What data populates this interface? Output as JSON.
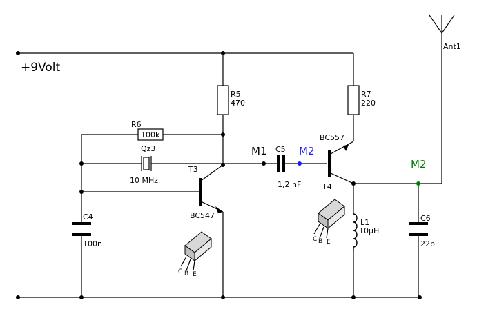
{
  "labels": {
    "supply": "+9Volt",
    "r5_name": "R5",
    "r5_value": "470",
    "r7_name": "R7",
    "r7_value": "220",
    "r6_name": "R6",
    "r6_value": "100k",
    "qz3_name": "Qz3",
    "qz3_value": "10 MHz",
    "t3_name": "T3",
    "t3_type": "BC547",
    "c4_name": "C4",
    "c4_value": "100n",
    "m1": "M1",
    "c5_name": "C5",
    "c5_value": "1,2 nF",
    "m2_blue": "M2",
    "t4_type": "BC557",
    "t4_name": "T4",
    "l1_name": "L1",
    "l1_value": "10µH",
    "m2_green": "M2",
    "c6_name": "C6",
    "c6_value": "22p",
    "ant_name": "Ant1",
    "pin_c": "C",
    "pin_b": "B",
    "pin_e": "E"
  },
  "colors": {
    "m2_blue": "#1a1aff",
    "m2_green": "#008000",
    "wire": "#000000",
    "package_fill": "#d8d8d8"
  }
}
